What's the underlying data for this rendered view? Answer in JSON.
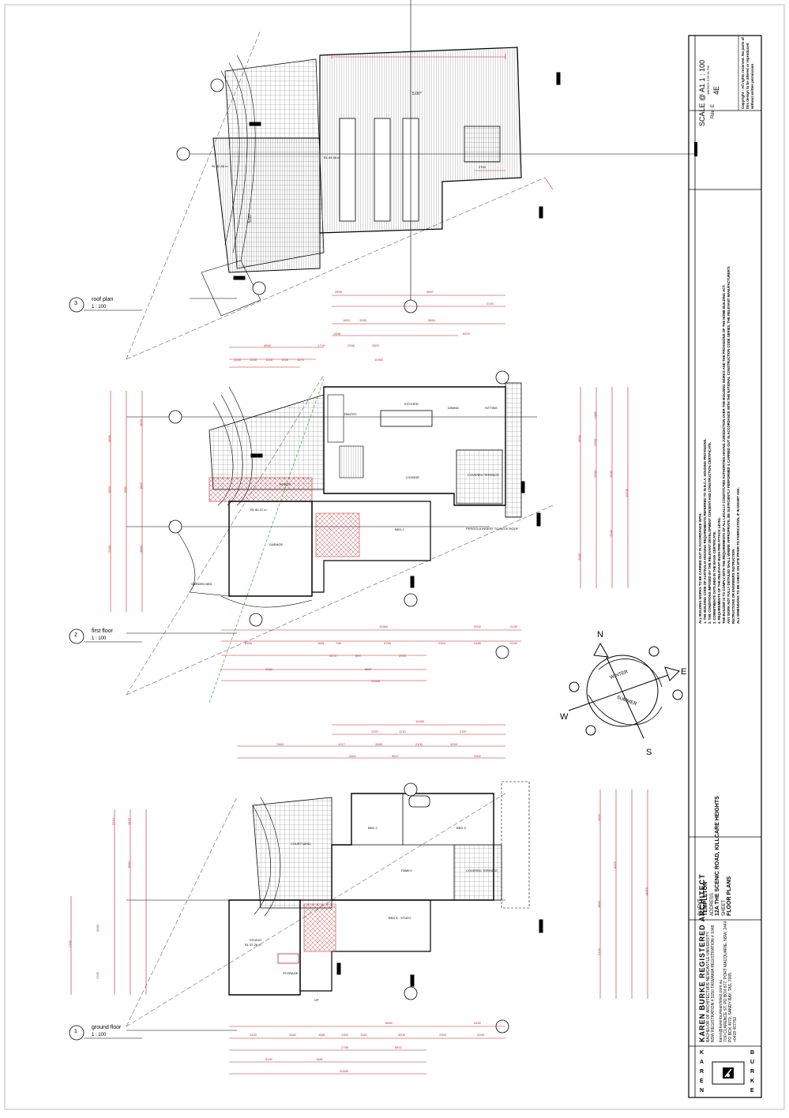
{
  "title_block": {
    "logo_letters_top": [
      "K",
      "A",
      "R",
      "E",
      "N"
    ],
    "logo_letters_bottom": [
      "B",
      "U",
      "R",
      "K",
      "E"
    ],
    "firm_name": "KAREN BURKE  REGISTERED ARCHITECT",
    "firm_line1": "BACHELOR OF ARCHITECTURE  NEWCASTLE UNIVERSITY",
    "firm_line2": "NSW REGISTRATION # 5150  TASMANIA REGISTRATION # 1048",
    "contact_line1": "karen@karenburkearchitect.com.au",
    "contact_line2": "7/30 CLARENCE ST,  PO BOX 877, PORT MACQUARIE, NSW, 2444",
    "contact_line3": "PO BOX 4070, SANDY BAY, TAS, 7005",
    "phone": "+0419 407752",
    "client_label": "CLIENT",
    "client_value": "TEMPLETON",
    "address_label": "ADDRESS",
    "address_value": "12A THE SCENIC ROAD, KILLCARE HEIGHTS",
    "sheet_label": "SHEET",
    "sheet_value": "FLOOR PLANS",
    "scale_text": "SCALE @ A1    1 : 100",
    "date_text": "4/8/2023 2:25:11 PM",
    "rev_label": "Rev",
    "rev_value": "E",
    "sheet_number": "4E",
    "copyright1": "Copyright - All rights reserved. No parts of",
    "copyright2": "this design to be altered or reproduced",
    "copyright3": "without written permission"
  },
  "notes": {
    "n0": "ALL BUILDING WORKS TO BE CARRIED OUT IN ACCORDANCE WITH:",
    "n1": "1.   THE BUILDING CODE OF AUSTRALIA HOUSING REQUIREMENTS REFERRED TO IN B.C.A. HOUSING PROVISIONS.",
    "n2": "2.   THE CONDITIONS IMPOSED BY THE RELEVANT DEVELOPMENT CONSENT AND CONSTRUCTION CERTIFICATE.",
    "n3": "3.   COMMITMENTS OUTLINED IN THE BASIX CERTIFICATE.",
    "n4": "4.   REQUIREMENTS OF THE RELEVANT BUSH FIRE ATTACK LEVEL.",
    "n5": "THE BUILDER IS TO COMPLY WITH THE REQUIREMENTS OF ALL LEGALLY CONSTITUTED AUTHORITIES HAVING JURISDICTION OVER THE BUILDING WORKS AND THE PROVISIONS OF THE HOME BUILDING ACT.",
    "n6": "ANY WORK NOT FULLY DETAILED SHALL WHERE APPROPRIATE, BE SUFFICIENTLY PERFORMED & CARRIED OUT IN ACCORDANCE WITH THE NATIONAL CONSTRUCTION CODE SERIES, THE RELEVANT MANUFACTURER'S",
    "n7": "INSTRUCTIONS OR ENGINEERS INSTRUCTION.",
    "n8": "ALL DIMENSIONS TO BE CHECK ON SITE PRIOR TO FABRICATION, IF IN DOUBT ASK."
  },
  "plans": {
    "roof": {
      "number": "3",
      "label": "roof plan",
      "scale": "1 : 100",
      "dim_a": "5.00°",
      "dim_b": "5.00°",
      "rl1": "RL 62.55 m",
      "rl2": "RL 64.56 m",
      "ridge": "2700"
    },
    "first": {
      "number": "2",
      "label": "first floor",
      "scale": "1 : 100",
      "rooms": {
        "pantry": "PANTRY",
        "kitchen": "KITCHEN",
        "dining": "DINING",
        "sitting": "SITTING",
        "lounge": "LOUNGE",
        "covered_terrace": "COVERED TERRACE",
        "porch": "PORCH",
        "garage": "GARAGE",
        "bed1": "BED 1",
        "garden_bed": "GARDEN BED",
        "pergola": "PERGOLA INSERT TO DECK ROOF",
        "rl": "RL 60.21 m"
      },
      "dims_top": [
        "2599",
        "9697",
        "2130",
        "1803",
        "3250",
        "5850",
        "4690",
        "1779",
        "2996",
        "2803",
        "1398",
        "5203",
        "10960",
        "1218",
        "1218",
        "1218",
        "1218",
        "1173"
      ],
      "dims_bottom": [
        "10960",
        "3300",
        "2130",
        "6999",
        "1681",
        "798",
        "5796",
        "2309",
        "3180",
        "2240",
        "3273",
        "899",
        "2939",
        "4162",
        "5657",
        "22540"
      ],
      "dims_side": [
        "5659",
        "3625",
        "1870",
        "1860",
        "1802",
        "7146",
        "4989",
        "4590",
        "2482",
        "1250",
        "2590",
        "3590",
        "7246",
        "2946",
        "15726"
      ]
    },
    "ground": {
      "number": "1",
      "label": "ground floor",
      "scale": "1 : 100",
      "rooms": {
        "bed2": "BED 2",
        "bed3": "BED 3",
        "family": "FAMILY",
        "courtyard": "COURTYARD",
        "covered_terrace": "COVERED TERRACE",
        "studio": "STUDIO",
        "storage": "STORAGE",
        "bed4": "BED 4 - STUDY",
        "rl": "RL 57.26 m",
        "up": "UP"
      },
      "dims_top": [
        "10450",
        "2397",
        "1130",
        "2397",
        "7663",
        "1217",
        "3989",
        "2100",
        "3253",
        "2501",
        "9527",
        "3300"
      ],
      "dims_bottom": [
        "5650",
        "3150",
        "1200",
        "2460",
        "1681",
        "1300",
        "1150",
        "3009",
        "2300",
        "2999",
        "2798",
        "6872",
        "6192",
        "1681",
        "20440"
      ],
      "dims_side": [
        "3710",
        "2870",
        "1850",
        "5060",
        "7160",
        "2705",
        "2925",
        "4375",
        "1890",
        "2120",
        "14420"
      ]
    }
  },
  "compass": {
    "n": "N",
    "e": "E",
    "s": "S",
    "w": "W",
    "winter": "WINTER",
    "summer": "SUMMER"
  },
  "colors": {
    "dim": "#c0262c",
    "lines": "#000000",
    "hatch": "#7a7a7a",
    "green": "#2bb24c",
    "blue": "#2a3fb0"
  }
}
